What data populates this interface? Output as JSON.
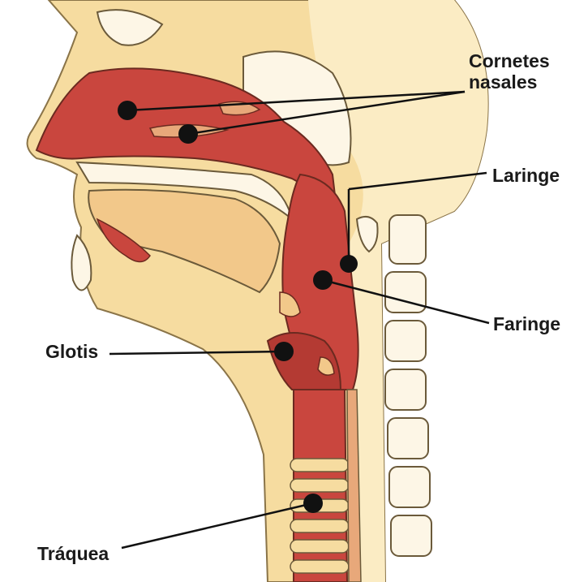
{
  "labels": {
    "cornetes_line1": "Cornetes",
    "cornetes_line2": "nasales",
    "laringe": "Laringe",
    "faringe": "Faringe",
    "glotis": "Glotis",
    "traquea": "Tráquea"
  },
  "colors": {
    "skin": "#f6dca0",
    "skin_light": "#fbecc4",
    "airway": "#c9463e",
    "airway_light": "#e07a6a",
    "bone": "#fdf6e6",
    "outline": "#6b5a3a",
    "marker": "#111111"
  }
}
